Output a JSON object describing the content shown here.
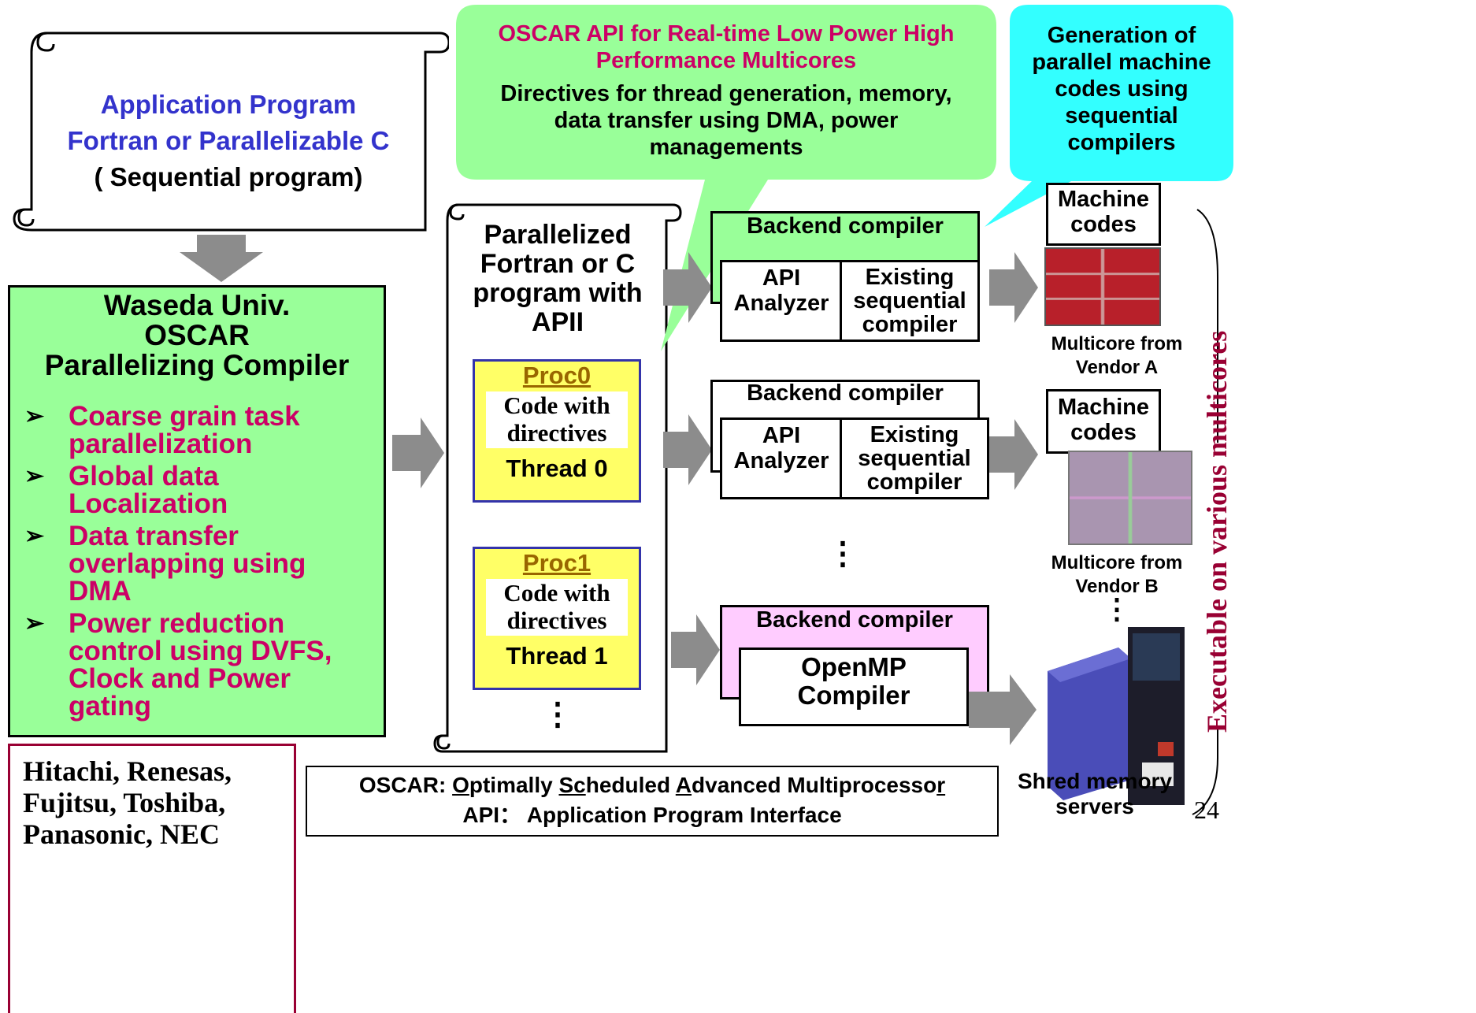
{
  "app_program": {
    "line1": "Application Program",
    "line2": "Fortran  or  Parallelizable C",
    "line3": "( Sequential program)"
  },
  "compiler_box": {
    "title1": "Waseda Univ.",
    "title2": "OSCAR",
    "title3": "Parallelizing Compiler",
    "bullets": [
      [
        "Coarse grain task",
        "parallelization"
      ],
      [
        "Global  data",
        "Localization"
      ],
      [
        "Data transfer",
        "overlapping using",
        "DMA"
      ],
      [
        "Power reduction",
        "control using DVFS,",
        "Clock and Power",
        "gating"
      ]
    ],
    "bullet_glyph": "➢"
  },
  "companies": {
    "line1": "Hitachi, Renesas,",
    "line2": "Fujitsu, Toshiba,",
    "line3": "Panasonic, NEC"
  },
  "oscar_api_callout": {
    "title1": "OSCAR API for Real-time Low Power High",
    "title2": "Performance Multicores",
    "body1": "Directives for thread generation, memory,",
    "body2": "data transfer using DMA, power",
    "body3": "managements"
  },
  "generation_callout": {
    "line1": "Generation of",
    "line2": "parallel  machine",
    "line3": "codes using",
    "line4": "sequential",
    "line5": "compilers"
  },
  "parallelized_program": {
    "line1": "Parallelized",
    "line2": "Fortran or C",
    "line3": "program with",
    "line4": "APII",
    "procs": [
      {
        "name": "Proc0",
        "code1": "Code  with",
        "code2": "directives",
        "thread": "Thread 0"
      },
      {
        "name": "Proc1",
        "code1": "Code  with",
        "code2": "directives",
        "thread": "Thread 1"
      }
    ],
    "ellipsis": "⋮"
  },
  "backends": [
    {
      "title": "Backend compiler",
      "analyzer1": "API",
      "analyzer2": "Analyzer",
      "seq1": "Existing",
      "seq2": "sequential",
      "seq3": "compiler"
    },
    {
      "title": "Backend compiler",
      "analyzer1": "API",
      "analyzer2": "Analyzer",
      "seq1": "Existing",
      "seq2": "sequential",
      "seq3": "compiler"
    },
    {
      "title": "Backend compiler",
      "openmp1": "OpenMP",
      "openmp2": "Compiler"
    }
  ],
  "backend_ellipsis": "⋮",
  "targets": {
    "machine_codes1": "Machine",
    "machine_codes2": "codes",
    "vendor_a1": "Multicore from",
    "vendor_a2": "Vendor A",
    "vendor_b1": "Multicore from",
    "vendor_b2": "Vendor B",
    "servers1": "Shred memory",
    "servers2": "servers",
    "ellipsis": "⋮",
    "executable": "Executable on various multicores"
  },
  "legend": {
    "oscar_prefix": "OSCAR: ",
    "o_letter": "O",
    "o_rest": "ptimally ",
    "sc_letters": "Sc",
    "sc_rest": "heduled ",
    "a_letter": "A",
    "a_rest": "dvanced Multiprocesso",
    "r_letter": "r",
    "api_line": "API：  Application Program Interface"
  },
  "page_number": "24",
  "colors": {
    "green": "#99ff99",
    "blue_text": "#3333cc",
    "magenta_text": "#cc0066",
    "yellow": "#ffff66",
    "cyan": "#33ffff",
    "pink": "#ffccff",
    "arrow_gray": "#8c8c8c",
    "company_border": "#990033"
  }
}
